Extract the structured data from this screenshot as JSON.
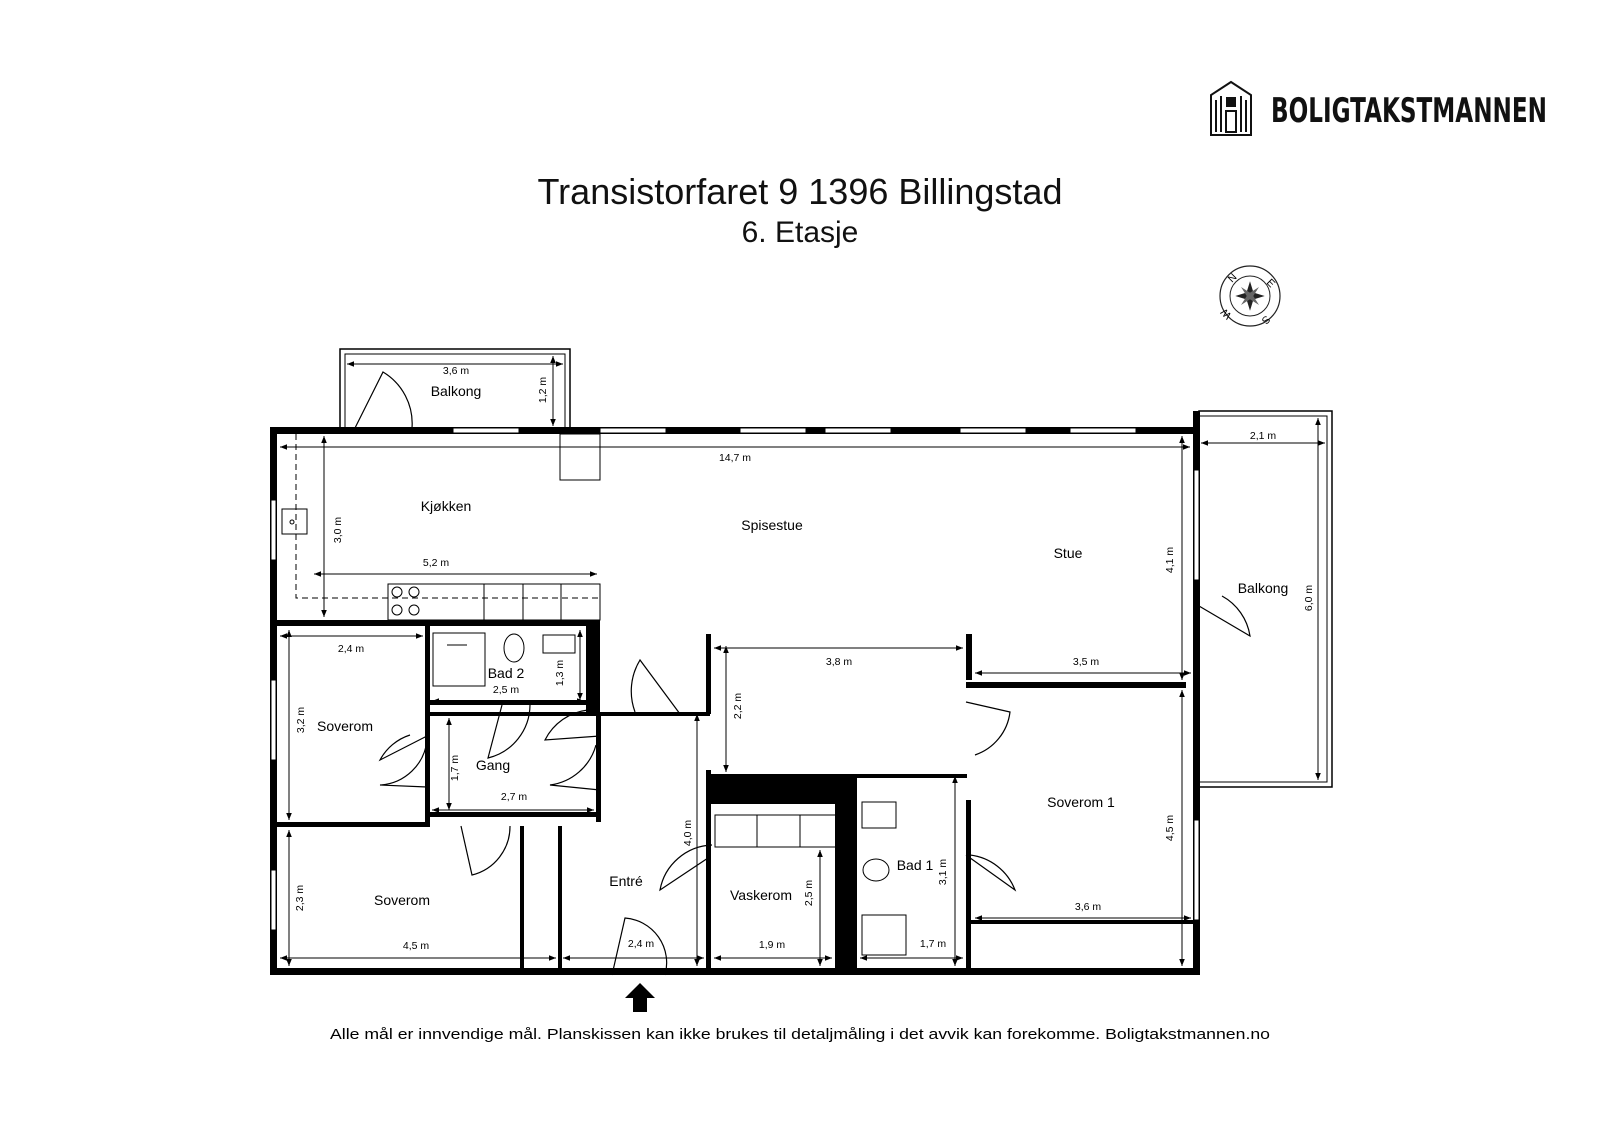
{
  "brand": {
    "name": "BOLIGTAKSTMANNEN",
    "logo_icon": "building-logo-icon"
  },
  "title": {
    "address": "Transistorfaret 9 1396 Billingstad",
    "floor": "6. Etasje"
  },
  "compass": {
    "labels": [
      "N",
      "E",
      "S",
      "W"
    ]
  },
  "rooms": {
    "balkong_top": "Balkong",
    "kjokken": "Kjøkken",
    "spisestue": "Spisestue",
    "stue": "Stue",
    "balkong_right": "Balkong",
    "bad2": "Bad 2",
    "soverom_a": "Soverom",
    "gang": "Gang",
    "soverom_b": "Soverom",
    "entre": "Entré",
    "vaskerom": "Vaskerom",
    "bad1": "Bad 1",
    "soverom1": "Soverom 1"
  },
  "dims": {
    "balkong_top_w": "3,6 m",
    "balkong_top_h": "1,2 m",
    "total_w": "14,7 m",
    "balkong_right_w": "2,1 m",
    "balkong_right_h": "6,0 m",
    "kjokken_h": "3,0 m",
    "kjokken_w": "5,2 m",
    "stue_h": "4,1 m",
    "soverom_a_w": "2,4 m",
    "soverom_a_h": "3,2 m",
    "bad2_w": "2,5 m",
    "bad2_h": "1,3 m",
    "hall_w": "3,8 m",
    "hall_h": "2,2 m",
    "stue_w": "3,5 m",
    "gang_h": "1,7 m",
    "gang_w": "2,7 m",
    "entre_h": "4,0 m",
    "soverom_b_h": "2,3 m",
    "soverom_b_w": "4,5 m",
    "entre_w": "2,4 m",
    "vaskerom_h": "2,5 m",
    "vaskerom_w": "1,9 m",
    "bad1_h": "3,1 m",
    "bad1_w": "1,7 m",
    "soverom1_h": "4,5 m",
    "soverom1_w": "3,6 m"
  },
  "footer": "Alle mål er innvendige mål. Planskissen kan ikke brukes til detaljmåling i det avvik kan forekomme. Boligtakstmannen.no",
  "colors": {
    "wall": "#000000",
    "line": "#000000",
    "background": "#ffffff"
  }
}
